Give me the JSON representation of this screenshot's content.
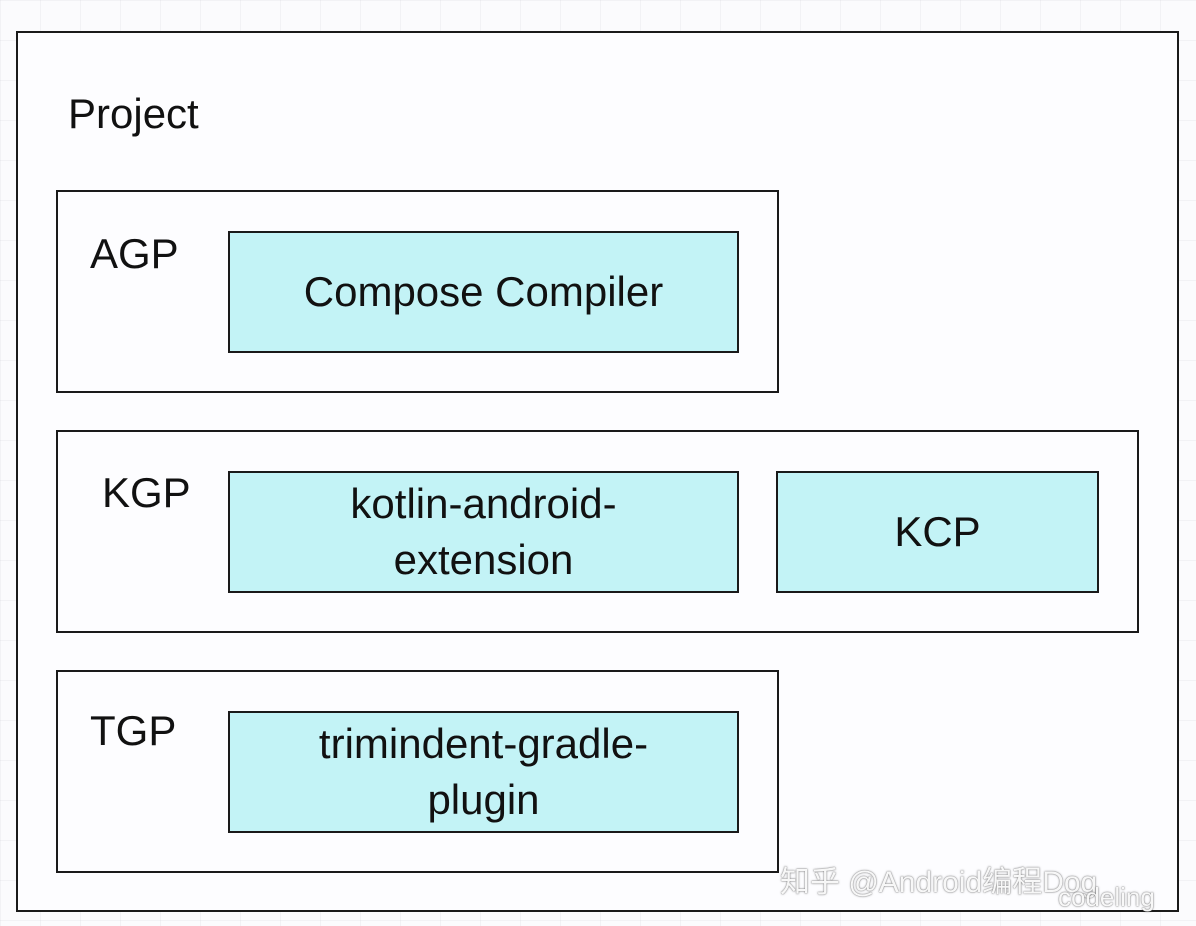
{
  "project": {
    "label": "Project"
  },
  "groups": [
    {
      "label": "AGP",
      "items": [
        "Compose Compiler"
      ]
    },
    {
      "label": "KGP",
      "items": [
        "kotlin-android-\nextension",
        "KCP"
      ]
    },
    {
      "label": "TGP",
      "items": [
        "trimindent-gradle-\nplugin"
      ]
    }
  ],
  "watermark": {
    "main": "知乎 @Android编程Dog",
    "sub": "codeling"
  },
  "colors": {
    "cell_fill": "#c3f3f6",
    "border": "#1a1a1a",
    "background": "#fbfbfd"
  }
}
